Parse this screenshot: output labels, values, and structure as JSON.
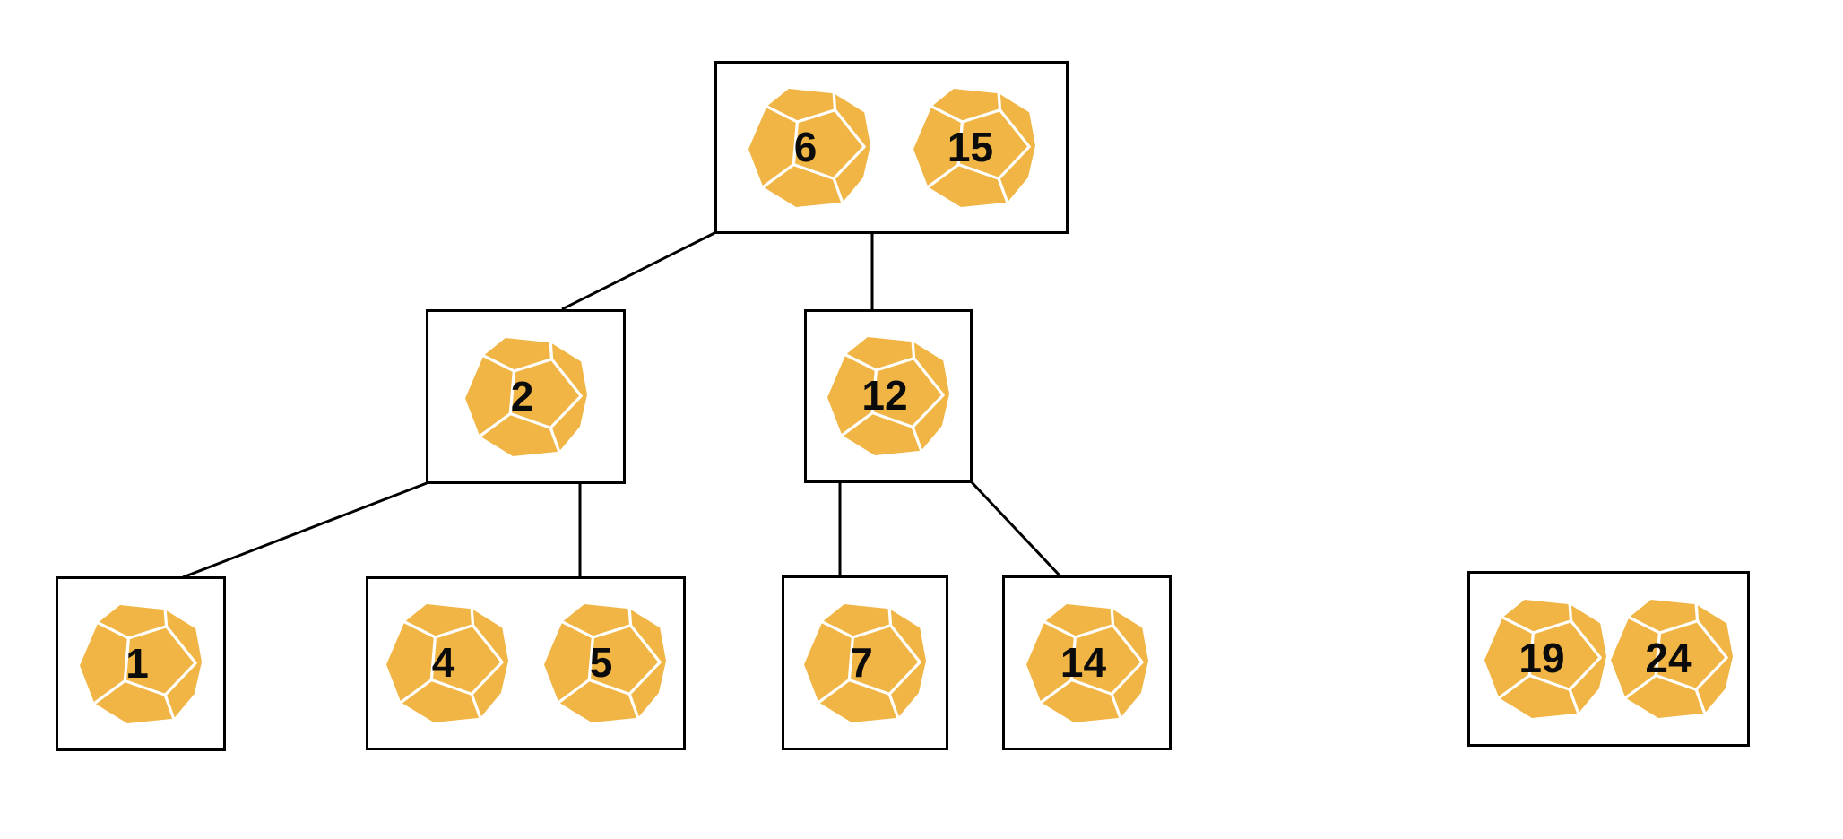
{
  "diagram": {
    "background_color": "#FFFFFF",
    "colors": {
      "die_fill": "#F0B545",
      "facet_gap": "#FFFFFF",
      "number": "#0B0B0B",
      "box_border": "#000000",
      "edge_line": "#000000"
    },
    "nodes": [
      {
        "id": "root",
        "dice": [
          "6",
          "15"
        ]
      },
      {
        "id": "left-child",
        "dice": [
          "2"
        ]
      },
      {
        "id": "right-child",
        "dice": [
          "12"
        ]
      },
      {
        "id": "leaf-1",
        "dice": [
          "1"
        ]
      },
      {
        "id": "leaf-4-5",
        "dice": [
          "4",
          "5"
        ]
      },
      {
        "id": "leaf-7",
        "dice": [
          "7"
        ]
      },
      {
        "id": "leaf-14",
        "dice": [
          "14"
        ]
      },
      {
        "id": "detached",
        "dice": [
          "19",
          "24"
        ]
      }
    ],
    "edges": [
      {
        "from": "root",
        "to": "left-child"
      },
      {
        "from": "root",
        "to": "right-child"
      },
      {
        "from": "left-child",
        "to": "leaf-1"
      },
      {
        "from": "left-child",
        "to": "leaf-4-5"
      },
      {
        "from": "right-child",
        "to": "leaf-7"
      },
      {
        "from": "right-child",
        "to": "leaf-14"
      }
    ]
  }
}
